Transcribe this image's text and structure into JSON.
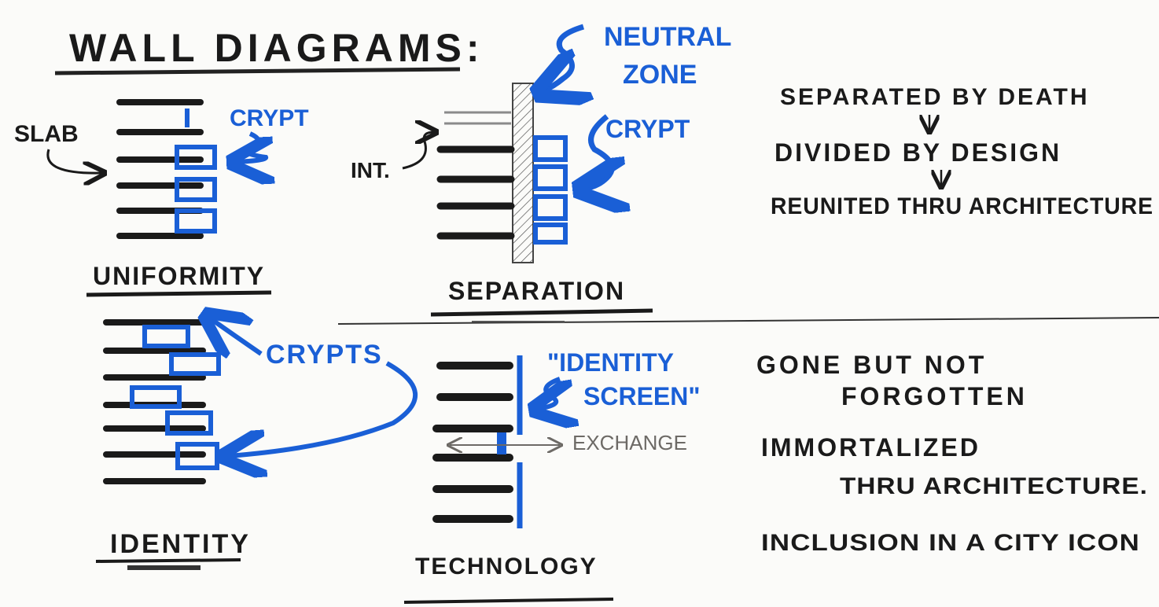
{
  "title": "WALL DIAGRAMS:",
  "colors": {
    "ink": "#1a1a1a",
    "marker_blue": "#1a5fd6",
    "pencil_grey": "#6d6a66",
    "paper": "#fbfbf9"
  },
  "diagrams": {
    "uniformity": {
      "caption": "UNIFORMITY",
      "slab_label": "SLAB",
      "crypt_label": "CRYPT"
    },
    "separation": {
      "caption": "SEPARATION",
      "interior_label": "INT.",
      "neutral_zone_label": [
        "NEUTRAL",
        "ZONE"
      ],
      "crypt_label": "CRYPT"
    },
    "identity": {
      "caption": "IDENTITY",
      "crypts_label": "CRYPTS"
    },
    "technology": {
      "caption": "TECHNOLOGY",
      "screen_label": [
        "\"IDENTITY",
        "SCREEN\""
      ],
      "exchange_label": "EXCHANGE"
    }
  },
  "notes": {
    "top": [
      "SEPARATED BY DEATH",
      "DIVIDED BY DESIGN",
      "REUNITED THRU ARCHITECTURE"
    ],
    "bottom": [
      "GONE BUT NOT",
      "FORGOTTEN",
      "IMMORTALIZED",
      "THRU ARCHITECTURE.",
      "INCLUSION IN A CITY ICON"
    ]
  }
}
